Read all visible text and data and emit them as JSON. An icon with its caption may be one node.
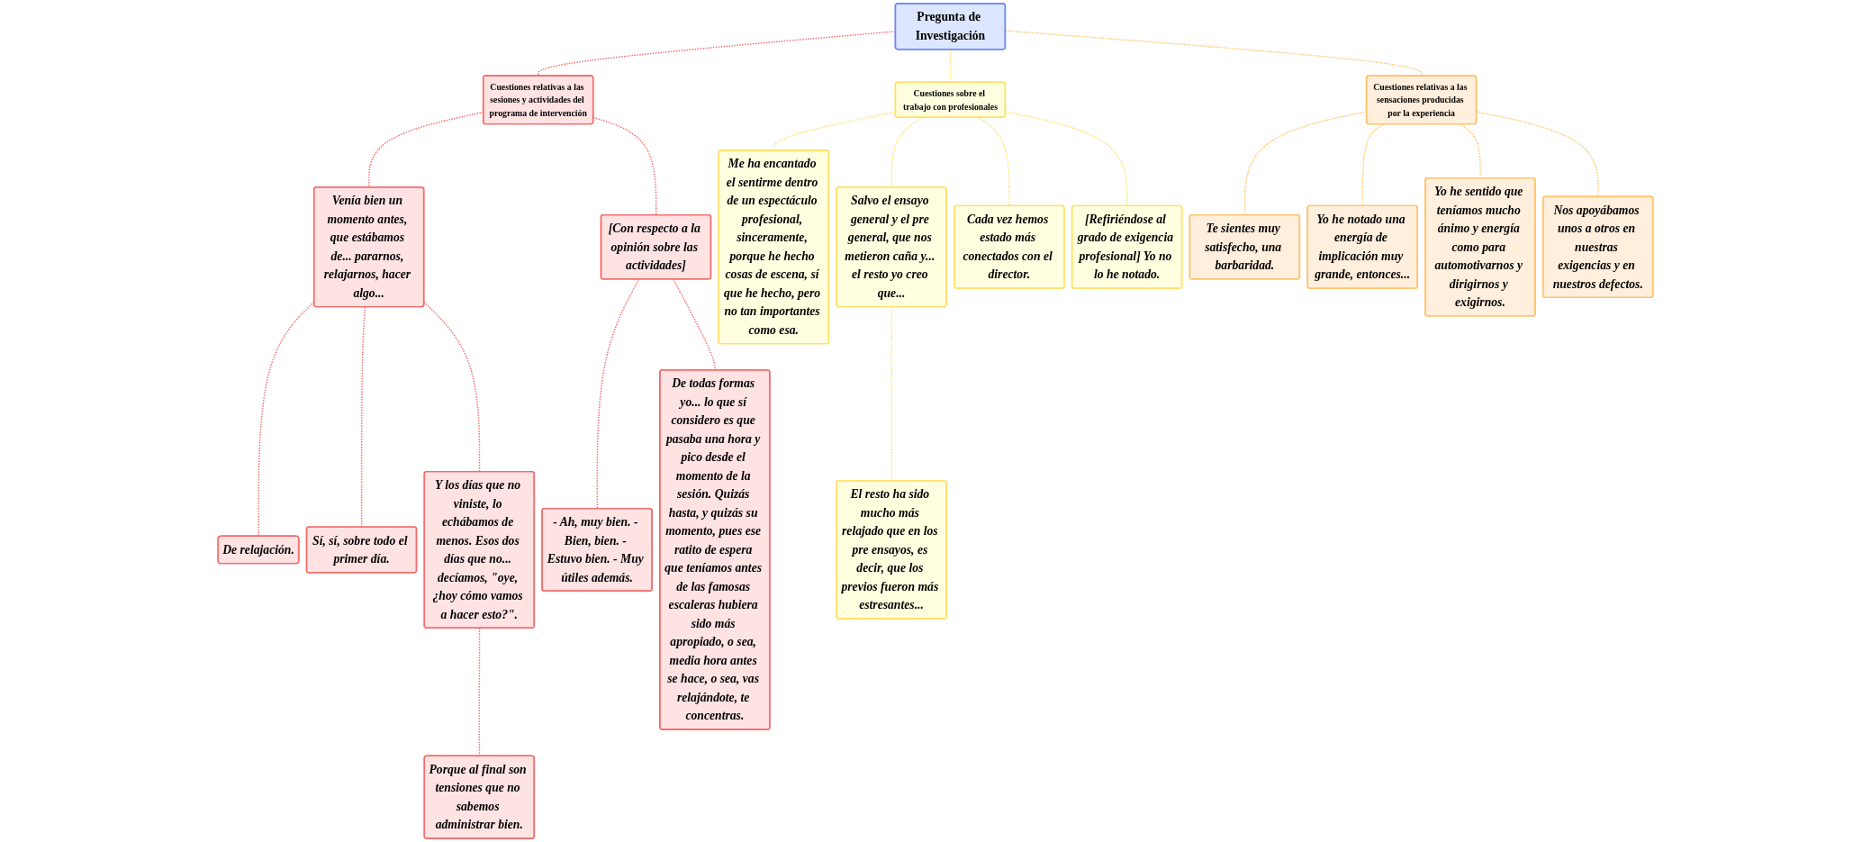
{
  "diagram": {
    "nodes": [
      {
        "text": [
          "Pregunta de Investigación"
        ]
      },
      {
        "text": [
          "Cuestiones relativas a las sesiones y actividades del programa de intervención"
        ]
      },
      {
        "text": [
          "Venía bien un momento antes, que estábamos de... pararnos, relajarnos, hacer algo..."
        ]
      },
      {
        "text": [
          "De relajación."
        ]
      },
      {
        "text": [
          "Sí, sí, sobre todo el primer día."
        ]
      },
      {
        "text": [
          "Y los días que no viniste, lo echábamos de menos. Esos dos días que no... decíamos, \"oye, ¿hoy cómo vamos a hacer esto?\"."
        ]
      },
      {
        "text": [
          "Porque al final son tensiones que no sabemos administrar bien."
        ]
      },
      {
        "text": [
          "[Con respecto a la opinión sobre las actividades]"
        ]
      },
      {
        "text": [
          "- Ah, muy bien. - Bien, bien. - Estuvo bien. - Muy útiles además."
        ]
      },
      {
        "text": [
          "De todas formas yo... lo que sí considero es que pasaba una hora y pico desde el momento de la sesión. Quizás hasta, y quizás su momento, pues ese ratito de espera que teníamos antes de las famosas escaleras hubiera sido más apropiado, o sea, media hora antes se hace, o sea, vas relajándote, te concentras."
        ]
      },
      {
        "text": [
          "Cuestiones sobre el trabajo con profesionales"
        ]
      },
      {
        "text": [
          "Me ha encantado el sentirme dentro de un espectáculo profesional, sinceramente, porque he hecho cosas de escena, sí que he hecho, pero no tan importantes como esa."
        ]
      },
      {
        "text": [
          "Salvo el ensayo general y el pre general, que nos metieron caña y... el resto yo creo que..."
        ]
      },
      {
        "text": [
          "El resto ha sido mucho más relajado que en los pre ensayos, es decir, que los previos fueron más estresantes..."
        ]
      },
      {
        "text": [
          "Cada vez hemos estado más conectados con el director."
        ]
      },
      {
        "text": [
          "[Refiriéndose al grado de exigencia profesional] Yo no lo he notado."
        ]
      },
      {
        "text": [
          "Cuestiones relativas a las sensaciones producidas por la experiencia"
        ]
      },
      {
        "text": [
          "Te sientes muy satisfecho, una barbaridad."
        ]
      },
      {
        "text": [
          "Yo he notado una energía de implicación muy grande, entonces..."
        ]
      },
      {
        "text": [
          "Yo he sentido que teníamos mucho ánimo y energía como para automotivarnos y dirigirnos y exigirnos."
        ]
      },
      {
        "text": [
          "Nos apoyábamos unos a otros en nuestras exigencias y en nuestros defectos."
        ]
      }
    ],
    "edges": [
      {
        "from": 0,
        "to": 1,
        "arrow": "none",
        "style": "dashed",
        "color": "#f26b6b"
      },
      {
        "from": 1,
        "to": 2,
        "arrow": "none",
        "style": "dashed",
        "color": "#f26b6b"
      },
      {
        "from": 2,
        "to": 3,
        "arrow": "none",
        "style": "dashed",
        "color": "#f26b6b"
      },
      {
        "from": 2,
        "to": 4,
        "arrow": "none",
        "style": "dashed",
        "color": "#f26b6b"
      },
      {
        "from": 2,
        "to": 5,
        "arrow": "none",
        "style": "dashed",
        "color": "#f26b6b"
      },
      {
        "from": 5,
        "to": 6,
        "arrow": "none",
        "style": "dashed",
        "color": "#f26b6b"
      },
      {
        "from": 1,
        "to": 7,
        "arrow": "none",
        "style": "dashed",
        "color": "#f26b6b"
      },
      {
        "from": 7,
        "to": 8,
        "arrow": "none",
        "style": "dashed",
        "color": "#f26b6b"
      },
      {
        "from": 7,
        "to": 9,
        "arrow": "none",
        "style": "dashed",
        "color": "#f26b6b"
      },
      {
        "from": 0,
        "to": 10,
        "arrow": "none",
        "style": "dashed",
        "color": "#ffe066"
      },
      {
        "from": 10,
        "to": 11,
        "arrow": "none",
        "style": "dashed",
        "color": "#ffe066"
      },
      {
        "from": 10,
        "to": 12,
        "arrow": "none",
        "style": "dashed",
        "color": "#ffe066"
      },
      {
        "from": 12,
        "to": 13,
        "arrow": "none",
        "style": "dashed",
        "color": "#ffe066"
      },
      {
        "from": 10,
        "to": 14,
        "arrow": "none",
        "style": "dashed",
        "color": "#ffe066"
      },
      {
        "from": 10,
        "to": 15,
        "arrow": "none",
        "style": "dashed",
        "color": "#ffe066"
      },
      {
        "from": 0,
        "to": 16,
        "arrow": "none",
        "style": "dashed",
        "color": "#ffc266"
      },
      {
        "from": 16,
        "to": 17,
        "arrow": "none",
        "style": "dashed",
        "color": "#ffc266"
      },
      {
        "from": 16,
        "to": 18,
        "arrow": "none",
        "style": "dashed",
        "color": "#ffc266"
      },
      {
        "from": 16,
        "to": 19,
        "arrow": "none",
        "style": "dashed",
        "color": "#ffc266"
      },
      {
        "from": 16,
        "to": 20,
        "arrow": "none",
        "style": "dashed",
        "color": "#ffc266"
      }
    ]
  }
}
